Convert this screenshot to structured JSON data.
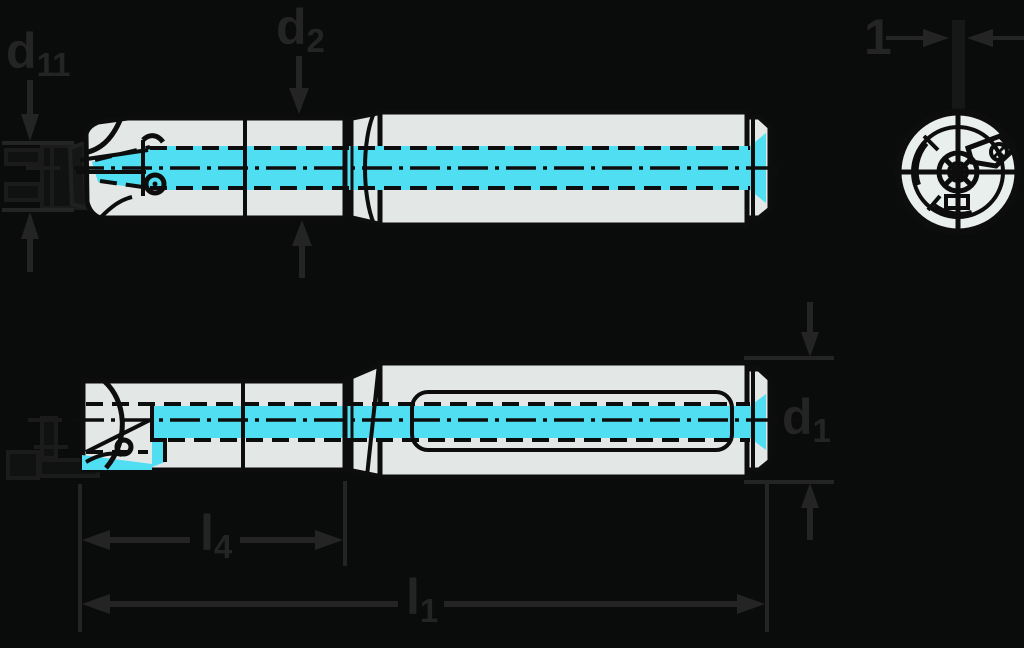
{
  "labels": {
    "d11": {
      "main": "d",
      "sub": "11"
    },
    "d2": {
      "main": "d",
      "sub": "2"
    },
    "d1": {
      "main": "d",
      "sub": "1"
    },
    "l4": {
      "main": "l",
      "sub": "4"
    },
    "l1": {
      "main": "l",
      "sub": "1"
    },
    "width1": {
      "main": "1",
      "sub": ""
    }
  },
  "colors": {
    "background": "#0a0b0b",
    "body-fill": "#e3e8e7",
    "endview-fill": "#e9efed",
    "accent-cyan": "#4fdef2",
    "outline-black": "#0d0d0d",
    "annotation": "#242424"
  }
}
